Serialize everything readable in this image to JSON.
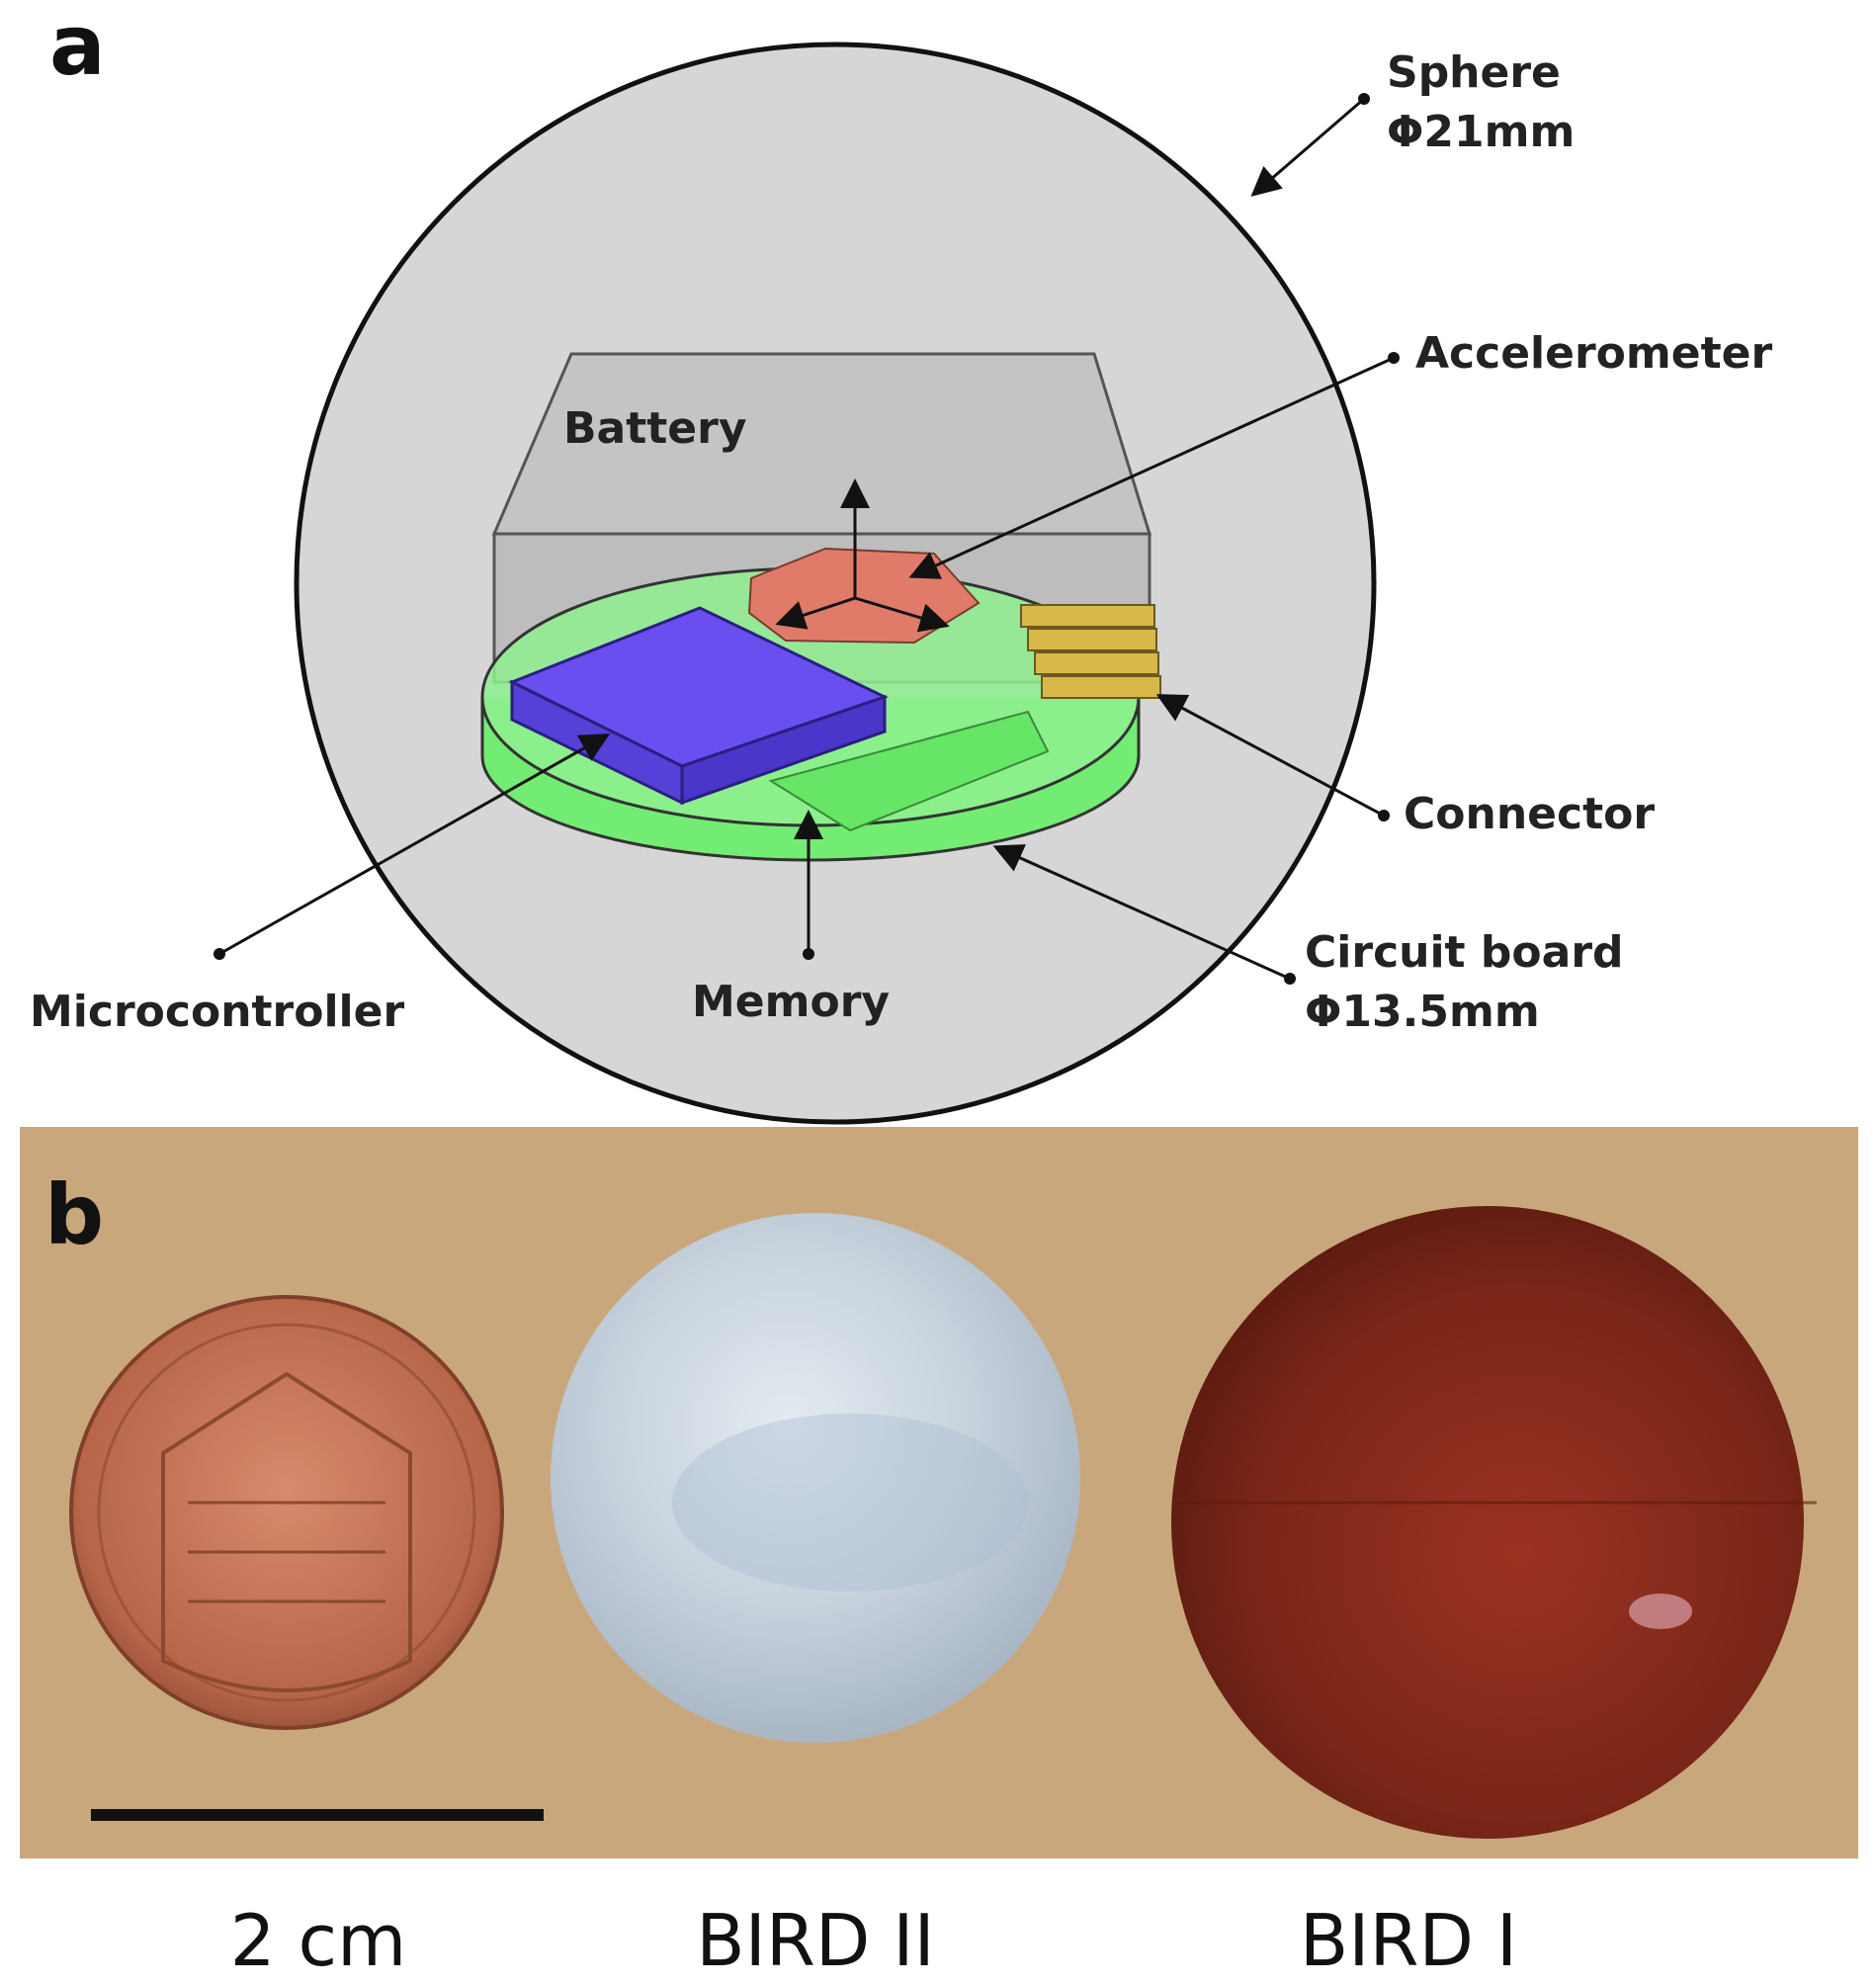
{
  "panel_a": {
    "letter": "a",
    "labels": {
      "sphere": "Sphere",
      "sphere_dim": "Φ21mm",
      "battery": "Battery",
      "accelerometer": "Accelerometer",
      "connector": "Connector",
      "circuit_board": "Circuit board",
      "circuit_board_dim": "Φ13.5mm",
      "microcontroller": "Microcontroller",
      "memory": "Memory"
    },
    "colors": {
      "sphere_fill": "#d6d6d6",
      "battery": "#c4c4c4",
      "board": "#7cf07c",
      "microcontroller": "#6a4ff0",
      "accelerometer": "#e07b6a",
      "connector": "#d9b84a"
    }
  },
  "panel_b": {
    "letter": "b",
    "captions": {
      "scale": "2 cm",
      "bird2": "BIRD II",
      "bird1": "BIRD I"
    },
    "colors": {
      "background": "#c9a77c",
      "penny": "#c4775a",
      "bird2": "#c9d3dc",
      "bird1": "#8a2a1c"
    }
  }
}
